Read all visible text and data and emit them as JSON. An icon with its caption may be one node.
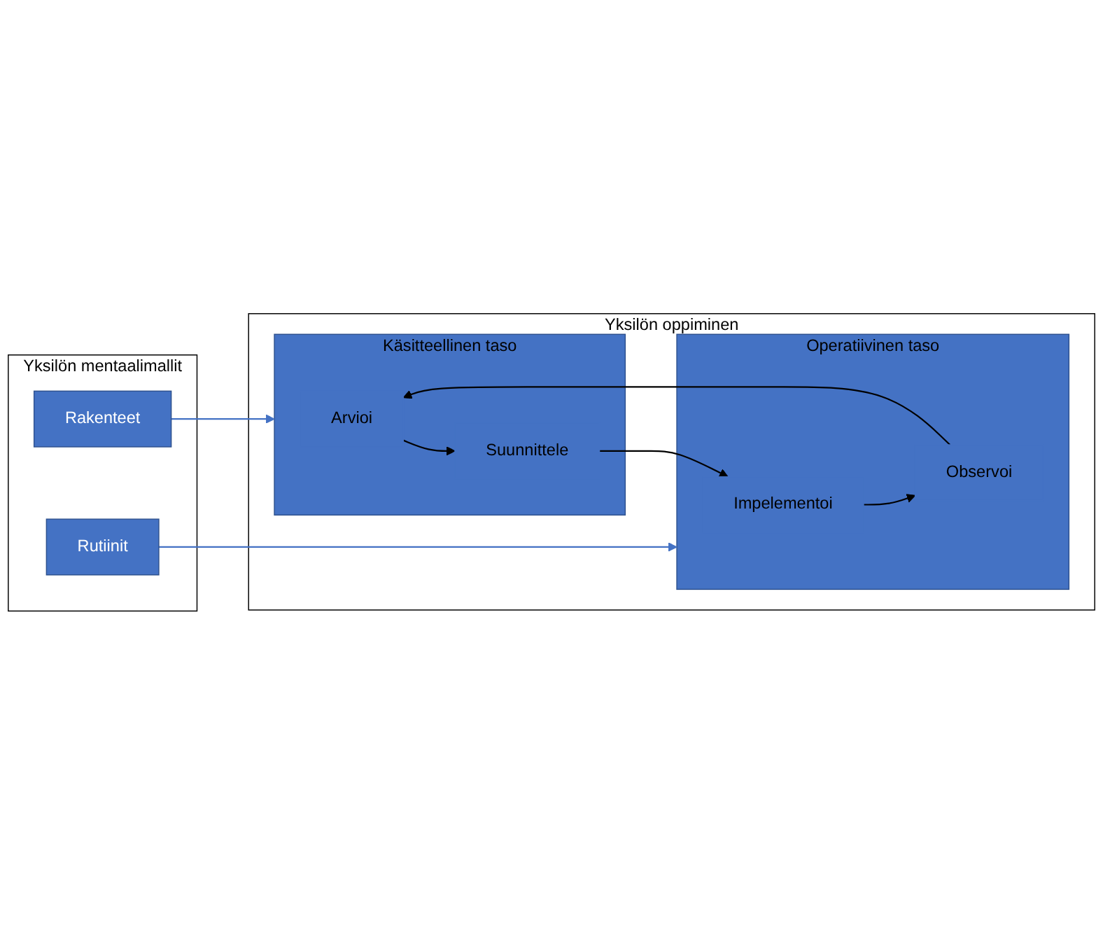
{
  "diagram": {
    "nodes": [
      {
        "text": [
          "Yksilön oppiminen"
        ]
      },
      {
        "text": [
          "Käsitteellinen taso"
        ],
        "in": 0
      },
      {
        "text": [
          "Arvioi"
        ],
        "in": 1
      },
      {
        "text": [
          "Suunnittele"
        ],
        "in": 1
      },
      {
        "text": [
          "Operatiivinen taso"
        ],
        "in": 0
      },
      {
        "text": [
          "Impelementoi"
        ],
        "in": 4
      },
      {
        "text": [
          "Observoi"
        ],
        "in": 4
      },
      {
        "text": [
          "Yksilön mentaalimallit"
        ]
      },
      {
        "text": [
          "Rakenteet"
        ],
        "in": 7
      },
      {
        "text": [
          "Rutiinit"
        ],
        "in": 7
      }
    ],
    "edges": [
      {
        "from": 2,
        "to": 3,
        "arrow": "to"
      },
      {
        "from": 3,
        "to": 5,
        "arrow": "to"
      },
      {
        "from": 5,
        "to": 6,
        "arrow": "to"
      },
      {
        "from": 6,
        "to": 2,
        "arrow": "to"
      },
      {
        "from": 8,
        "to": 1,
        "arrow": "to",
        "color": "#4472c4"
      },
      {
        "from": 9,
        "to": 4,
        "arrow": "to",
        "color": "#4472c4"
      }
    ]
  }
}
